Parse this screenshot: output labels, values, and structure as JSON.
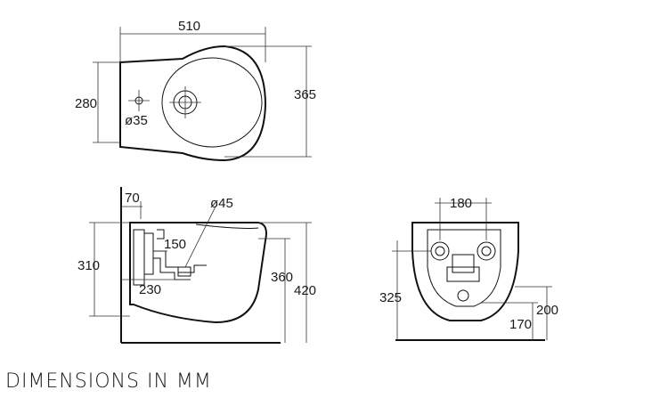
{
  "title": "DIMENSIONS IN MM",
  "top_view": {
    "width": "510",
    "depth": "280",
    "length": "365",
    "hole": "ø35"
  },
  "side_view": {
    "offset": "70",
    "waste": "ø45",
    "height_inlet": "150",
    "height_body": "310",
    "height_rim": "360",
    "height_total": "420",
    "waste_distance": "230"
  },
  "rear_view": {
    "fixing_centers": "180",
    "fixing_height": "325",
    "waste_height": "200",
    "bottom_height": "170"
  }
}
